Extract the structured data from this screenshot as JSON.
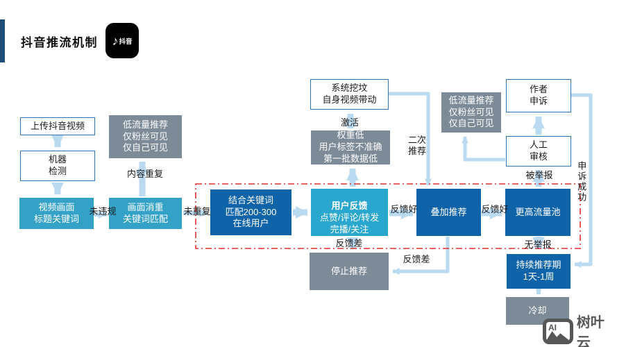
{
  "header": {
    "title": "抖音推流机制",
    "logo_text": "抖音",
    "logo_icon": "tiktok-note-icon"
  },
  "nodes": {
    "upload": {
      "text": "上传抖音视频"
    },
    "machine_check": {
      "text": "机器\n检测"
    },
    "video_frame": {
      "text": "视频画面\n标题关键词"
    },
    "dedup": {
      "text": "画面消重\n关键词匹配"
    },
    "low_flow_left": {
      "text": "低流量推荐\n仅粉丝可见\n仅自己可见"
    },
    "match_users": {
      "text": "结合关键词\n匹配200-300\n在线用户"
    },
    "user_feedback": {
      "title": "用户反馈",
      "text": "点赞/评论/转发\n完播/关注"
    },
    "weight_low": {
      "text": "权重低\n用户标签不准确\n第一批数据低"
    },
    "system_dig": {
      "text": "系统挖坟\n自身视频带动"
    },
    "stack": {
      "text": "叠加推荐"
    },
    "low_flow_right": {
      "text": "低流量推荐\n仅粉丝可见\n仅自己可见"
    },
    "manual_review": {
      "text": "人工\n审核"
    },
    "author_appeal": {
      "text": "作者\n申诉"
    },
    "higher_pool": {
      "text": "更高流量池"
    },
    "stop": {
      "text": "停止推荐"
    },
    "sustain": {
      "text": "持续推荐期\n1天-1周"
    },
    "cooldown": {
      "text": "冷却"
    }
  },
  "labels": {
    "not_violating": "未违规",
    "content_duplicate": "内容重复",
    "not_duplicate": "未重复",
    "feedback_good_1": "反馈好",
    "feedback_good_2": "反馈好",
    "feedback_bad_1": "反馈差",
    "feedback_bad_2": "反馈差",
    "activate": "激活",
    "second_recommend": "二次\n推荐",
    "reported": "被举报",
    "no_report": "无举报",
    "appeal_success": "申诉成功"
  },
  "watermark": {
    "icon_label": "AI",
    "brand": "树叶云"
  },
  "colors": {
    "accent_navy": "#1f4e79",
    "dark_blue_box": "#0f63a8",
    "teal_box": "#33a2c6",
    "cyan_box": "#2aa7cf",
    "gray_box": "#7d8a97",
    "white_box_border": "#2c74b4",
    "arrow_blue": "#badaf2",
    "dashed_red": "#e02f2f",
    "logo_bg": "#000000"
  }
}
